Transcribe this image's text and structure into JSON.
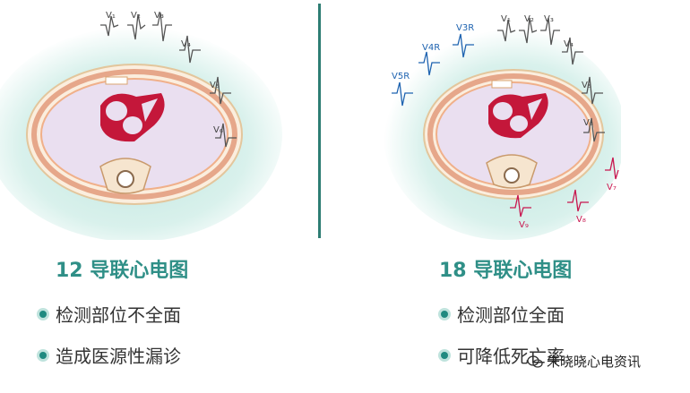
{
  "left": {
    "leads": [
      "V₁",
      "V₂",
      "V₃",
      "V₄",
      "V₅",
      "V₆"
    ],
    "title": "12 导联心电图",
    "bullets": [
      "检测部位不全面",
      "造成医源性漏诊"
    ]
  },
  "right": {
    "leads_black": [
      "V₁",
      "V₂",
      "V₃",
      "V₄",
      "V₅",
      "V₆"
    ],
    "leads_blue": [
      "V3R",
      "V4R",
      "V5R"
    ],
    "leads_red": [
      "V₇",
      "V₈",
      "V₉"
    ],
    "title": "18 导联心电图",
    "bullets": [
      "检测部位全面",
      "可降低死亡率"
    ]
  },
  "watermark": "朱晓晓心电资讯",
  "colors": {
    "accent": "#2f8f87",
    "heart": "#c4173a",
    "ring": "#f4d7b4",
    "cavity": "#eadff0",
    "lead_blue": "#1e63b0",
    "lead_red": "#c8174f"
  }
}
